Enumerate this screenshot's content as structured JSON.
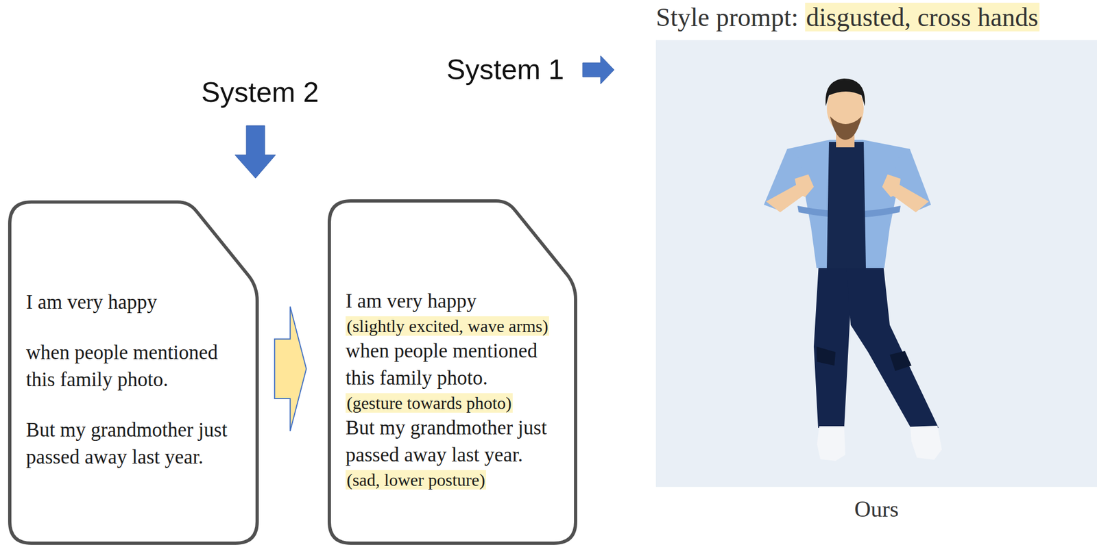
{
  "diagram": {
    "nodes": [
      {
        "text": [
          "I am very happy",
          "when people mentioned this family photo.",
          "But my grandmother just passed away last year."
        ]
      },
      {
        "text": [
          "I am very happy",
          "(slightly excited, wave arms)",
          "when people mentioned this family photo.",
          "(gesture towards photo)",
          "But my grandmother just passed away last year.",
          "(sad, lower posture)"
        ]
      },
      {
        "text": [
          "Style prompt:",
          "disgusted, cross hands",
          "Ours"
        ]
      }
    ],
    "edges": [
      {
        "from": 0,
        "to": 1,
        "arrow": "to"
      }
    ],
    "labels": [
      "System 2",
      "System 1"
    ]
  }
}
